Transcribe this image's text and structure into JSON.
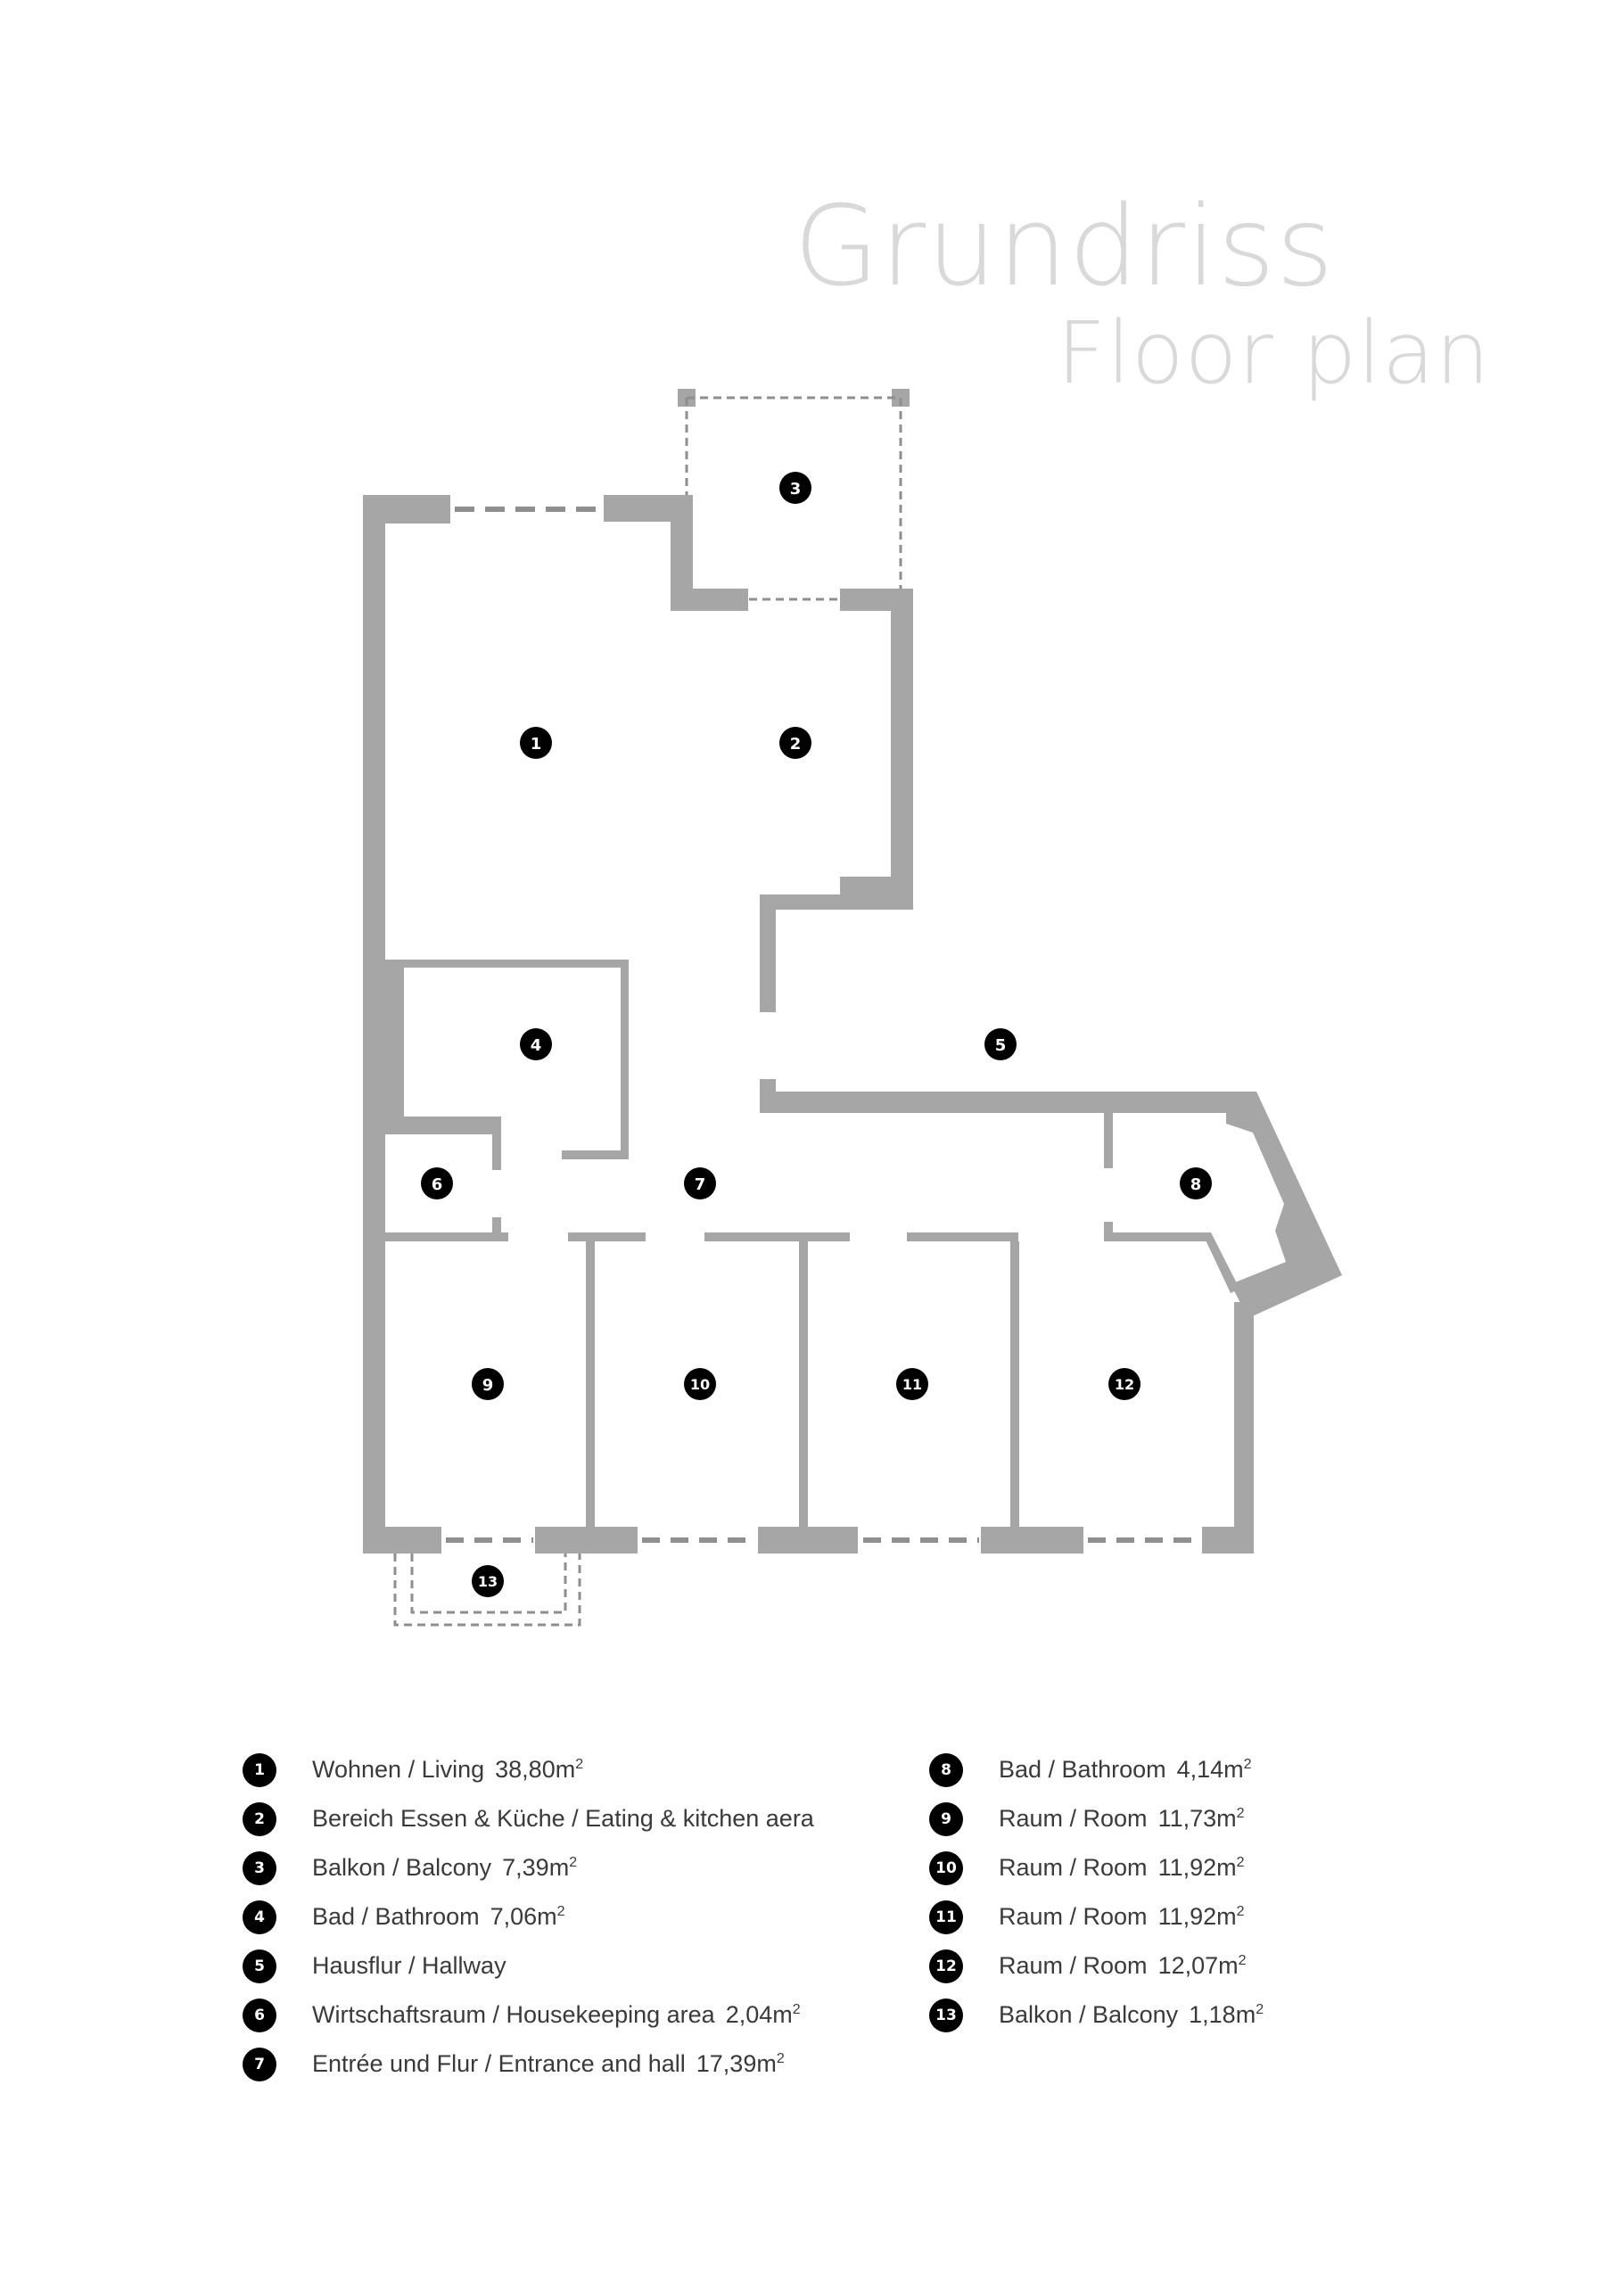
{
  "title": {
    "main": "Grundriss",
    "sub": "Floor plan"
  },
  "colors": {
    "wall": "#a6a6a6",
    "dashed": "#8f8f8f",
    "marker": "#000000",
    "title": "#d9d9d9"
  },
  "markers": [
    "1",
    "2",
    "3",
    "4",
    "5",
    "6",
    "7",
    "8",
    "9",
    "10",
    "11",
    "12",
    "13"
  ],
  "legend": {
    "left": [
      {
        "num": "1",
        "label": "Wohnen / Living",
        "area": "38,80",
        "unit": "m",
        "sup": "2"
      },
      {
        "num": "2",
        "label": "Bereich Essen & Küche / Eating & kitchen aera",
        "area": "",
        "unit": "",
        "sup": ""
      },
      {
        "num": "3",
        "label": "Balkon / Balcony",
        "area": "7,39",
        "unit": "m",
        "sup": "2"
      },
      {
        "num": "4",
        "label": "Bad / Bathroom",
        "area": "7,06",
        "unit": "m",
        "sup": "2"
      },
      {
        "num": "5",
        "label": "Hausflur / Hallway",
        "area": "",
        "unit": "",
        "sup": ""
      },
      {
        "num": "6",
        "label": "Wirtschaftsraum / Housekeeping area",
        "area": "2,04",
        "unit": "m",
        "sup": "2"
      },
      {
        "num": "7",
        "label": "Entrée und Flur / Entrance and hall",
        "area": "17,39",
        "unit": "m",
        "sup": "2"
      }
    ],
    "right": [
      {
        "num": "8",
        "label": "Bad / Bathroom",
        "area": "4,14",
        "unit": "m",
        "sup": "2"
      },
      {
        "num": "9",
        "label": "Raum / Room",
        "area": "11,73",
        "unit": "m",
        "sup": "2"
      },
      {
        "num": "10",
        "label": "Raum / Room",
        "area": "11,92",
        "unit": "m",
        "sup": "2"
      },
      {
        "num": "11",
        "label": "Raum / Room",
        "area": "11,92",
        "unit": "m",
        "sup": "2"
      },
      {
        "num": "12",
        "label": "Raum / Room",
        "area": "12,07",
        "unit": "m",
        "sup": "2"
      },
      {
        "num": "13",
        "label": "Balkon / Balcony",
        "area": "1,18",
        "unit": "m",
        "sup": "2"
      }
    ]
  }
}
